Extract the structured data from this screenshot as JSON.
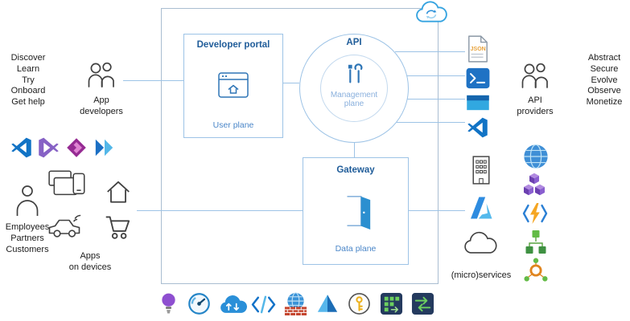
{
  "left": {
    "developer_actions": "Discover\nLearn\nTry\nOnboard\nGet help",
    "app_developers": "App\ndevelopers",
    "consumers": "Employees\nPartners\nCustomers",
    "apps_on_devices": "Apps\non devices"
  },
  "center": {
    "developer_portal": "Developer portal",
    "user_plane": "User plane",
    "api": "API",
    "management_plane": "Management\nplane",
    "gateway": "Gateway",
    "data_plane": "Data plane"
  },
  "right": {
    "api_providers": "API\nproviders",
    "provider_actions": "Abstract\nSecure\nEvolve\nObserve\nMonetize",
    "microservices": "(micro)services"
  },
  "icons": {
    "json_label": "JSON",
    "names": [
      "cloud-sync-icon",
      "people-icon",
      "vscode-icon",
      "visual-studio-icon",
      "power-apps-icon",
      "chevrons-icon",
      "person-icon",
      "devices-icon",
      "house-icon",
      "car-icon",
      "cart-icon",
      "browser-icon",
      "tools-icon",
      "door-icon",
      "json-file-icon",
      "terminal-icon",
      "window-banner-icon",
      "building-icon",
      "globe-icon",
      "cubes-icon",
      "azure-icon",
      "lightning-icon",
      "cloud-outline-icon",
      "hierarchy-icon",
      "hub-icon",
      "lightbulb-icon",
      "gauge-icon",
      "cloud-arrows-icon",
      "code-icon",
      "globe-firewall-icon",
      "pyramid-icon",
      "key-icon",
      "grid-box-icon",
      "flow-box-icon"
    ]
  },
  "colors": {
    "heading_blue": "#1f5c99",
    "plane_blue": "#4a86c8",
    "line_blue": "#9dc3e6",
    "accent_blue": "#2e75b6"
  }
}
